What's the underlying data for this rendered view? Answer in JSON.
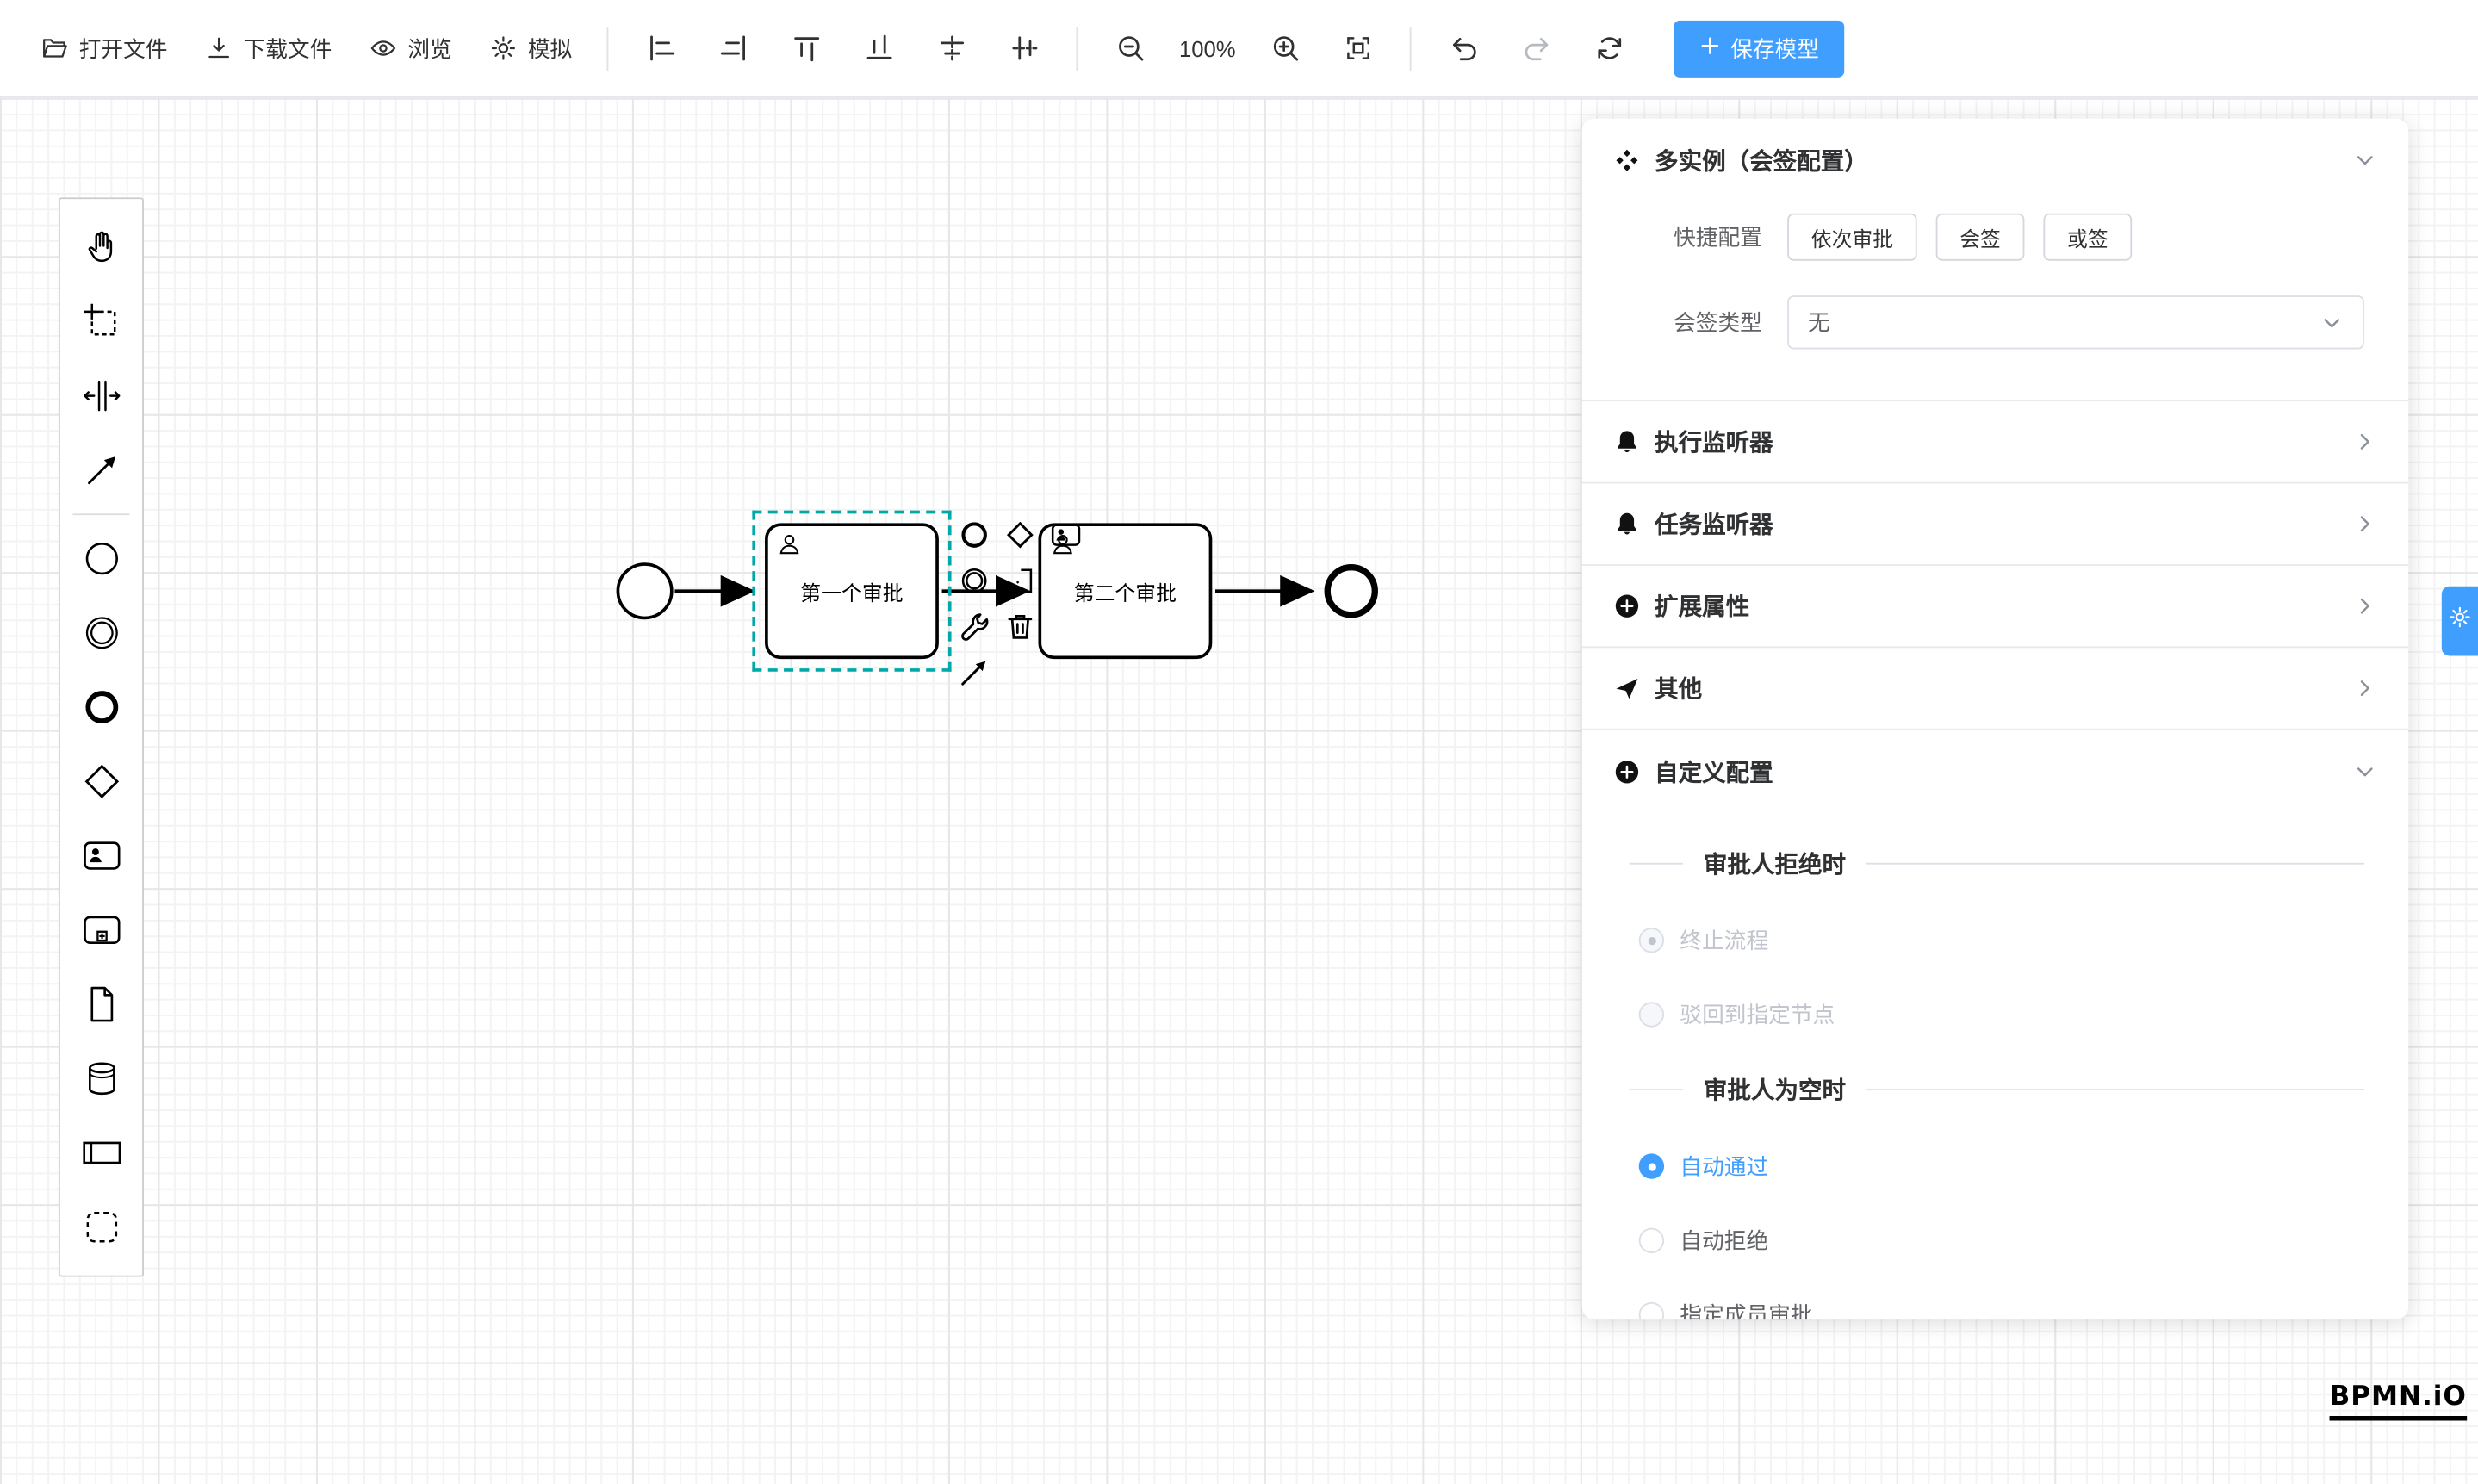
{
  "colors": {
    "accent": "#409eff",
    "selection": "#00a8a8",
    "disabled_text": "#c0c4cc"
  },
  "toolbar": {
    "open_label": "打开文件",
    "download_label": "下载文件",
    "preview_label": "浏览",
    "simulate_label": "模拟",
    "zoom_level": "100%",
    "save_label": "保存模型"
  },
  "canvas": {
    "task1_label": "第一个审批",
    "task2_label": "第二个审批"
  },
  "panel": {
    "title": "多实例（会签配置）",
    "quick_label": "快捷配置",
    "quick_buttons": [
      {
        "label": "依次审批"
      },
      {
        "label": "会签"
      },
      {
        "label": "或签"
      }
    ],
    "type_label": "会签类型",
    "type_value": "无",
    "collapses": [
      {
        "label": "执行监听器"
      },
      {
        "label": "任务监听器"
      },
      {
        "label": "扩展属性"
      },
      {
        "label": "其他"
      },
      {
        "label": "自定义配置"
      }
    ],
    "custom": {
      "reject_title": "审批人拒绝时",
      "reject_options": [
        {
          "label": "终止流程",
          "checked": true
        },
        {
          "label": "驳回到指定节点",
          "checked": false
        }
      ],
      "empty_title": "审批人为空时",
      "empty_options": [
        {
          "label": "自动通过",
          "checked": true
        },
        {
          "label": "自动拒绝",
          "checked": false
        },
        {
          "label": "指定成员审批",
          "checked": false
        }
      ]
    }
  },
  "logo": "BPMN.iO"
}
